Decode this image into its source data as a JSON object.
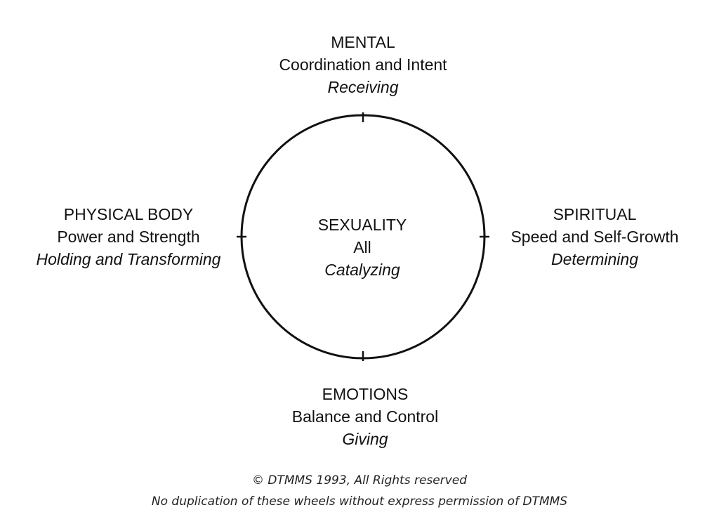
{
  "wheel": {
    "top": {
      "title": "MENTAL",
      "quality": "Coordination and Intent",
      "action": "Receiving"
    },
    "left": {
      "title": "PHYSICAL BODY",
      "quality": "Power and Strength",
      "action": "Holding and Transforming"
    },
    "center": {
      "title": "SEXUALITY",
      "quality": "All",
      "action": "Catalyzing"
    },
    "right": {
      "title": "SPIRITUAL",
      "quality": "Speed and Self-Growth",
      "action": "Determining"
    },
    "bottom": {
      "title": "EMOTIONS",
      "quality": "Balance and Control",
      "action": "Giving"
    }
  },
  "footer": {
    "copyright": "© DTMMS 1993, All Rights reserved",
    "permission": "No duplication of these wheels without express permission of DTMMS"
  },
  "colors": {
    "line": "#111111",
    "background": "#ffffff"
  }
}
